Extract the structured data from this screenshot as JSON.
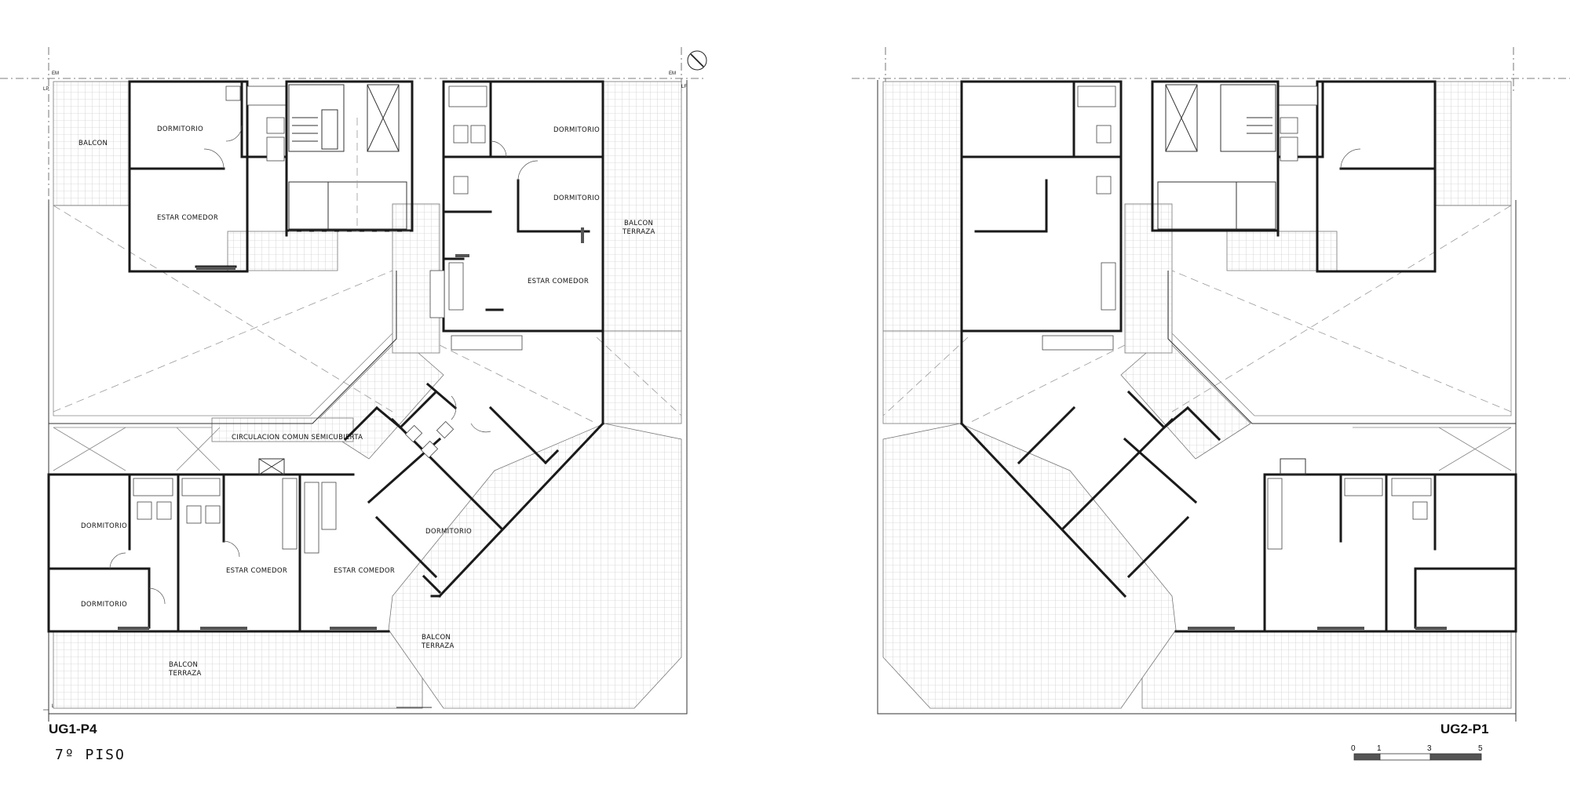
{
  "plan": {
    "unit_left": "UG1-P4",
    "unit_right": "UG2-P1",
    "floor": "7º PISO",
    "rooms": {
      "balcon": "BALCON",
      "dormitorio": "DORMITORIO",
      "estar_comedor": "ESTAR COMEDOR",
      "balcon_terraza_1": "BALCON",
      "balcon_terraza_2": "TERRAZA",
      "circulacion": "CIRCULACION COMUN SEMICUBIERTA"
    },
    "axis_marks": {
      "em": "EM",
      "lp": "LP",
      "lf": "LF",
      "ld": "LD"
    },
    "scale": {
      "ticks": [
        "0",
        "1",
        "3",
        "5"
      ]
    }
  }
}
